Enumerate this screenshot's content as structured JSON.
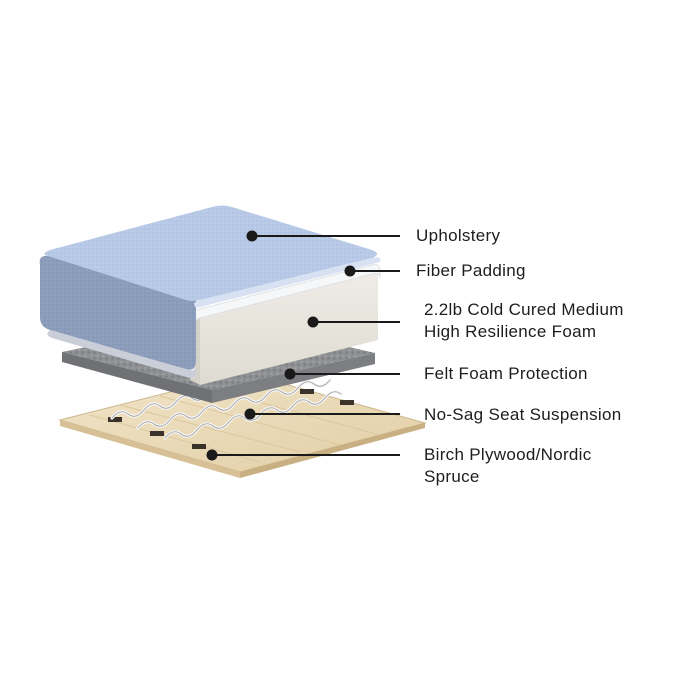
{
  "labels": [
    {
      "id": "upholstery",
      "lines": [
        "Upholstery"
      ]
    },
    {
      "id": "fiber-padding",
      "lines": [
        "Fiber Padding"
      ]
    },
    {
      "id": "foam",
      "lines": [
        "2.2lb Cold Cured Medium",
        "High Resilience Foam"
      ]
    },
    {
      "id": "felt",
      "lines": [
        "Felt Foam Protection"
      ]
    },
    {
      "id": "suspension",
      "lines": [
        "No-Sag Seat Suspension"
      ]
    },
    {
      "id": "plywood",
      "lines": [
        "Birch Plywood/Nordic",
        "Spruce"
      ]
    }
  ],
  "colors": {
    "upholstery_top": "#b7c9e6",
    "upholstery_side": "#8fa0bf",
    "padding": "#f3f4f6",
    "foam": "#e8e6de",
    "felt": "#8d8f91",
    "wood": "#ecdcbc",
    "leader": "#1a1a1a"
  }
}
